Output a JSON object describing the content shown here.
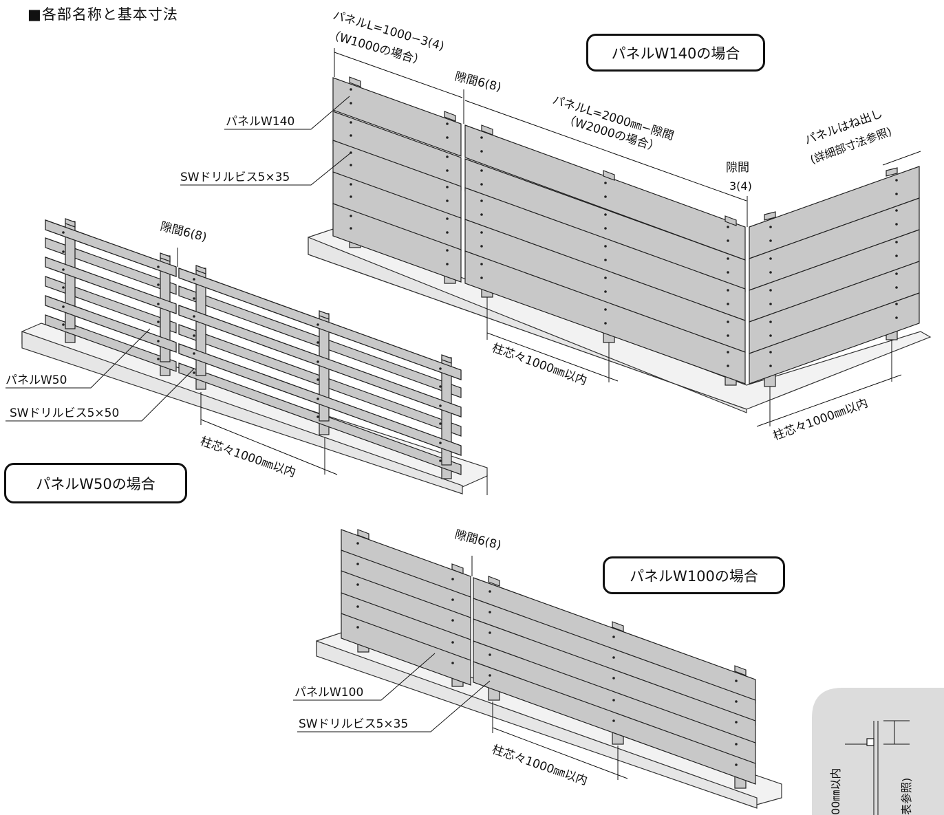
{
  "heading": "■各部名称と基本寸法",
  "cases": {
    "w140": "パネルW140の場合",
    "w50": "パネルW50の場合",
    "w100": "パネルW100の場合"
  },
  "w140": {
    "panel_length_short_line1": "パネルL=1000−3(4)",
    "panel_length_short_line2": "（W1000の場合）",
    "gap_center": "隙間6(8)",
    "panel_length_long_line1": "パネルL=2000㎜−隙間",
    "panel_length_long_line2": "（W2000の場合）",
    "gap_corner_line1": "隙間",
    "gap_corner_line2": "3(4)",
    "overhang_line1": "パネルはね出し",
    "overhang_line2": "(詳細部寸法参照)",
    "panel_label": "パネルW140",
    "screw_label": "SWドリルビス5×35",
    "post_spacing_front": "柱芯々1000㎜以内",
    "post_spacing_side": "柱芯々1000㎜以内"
  },
  "w50": {
    "gap": "隙間6(8)",
    "panel_label": "パネルW50",
    "screw_label": "SWドリルビス5×50",
    "post_spacing": "柱芯々1000㎜以内"
  },
  "w100": {
    "gap": "隙間6(8)",
    "panel_label": "パネルW100",
    "screw_label": "SWドリルビス5×35",
    "post_spacing": "柱芯々1000㎜以内"
  },
  "detail_inset": {
    "text_left": "00㎜以内",
    "text_right": "表参照)"
  }
}
